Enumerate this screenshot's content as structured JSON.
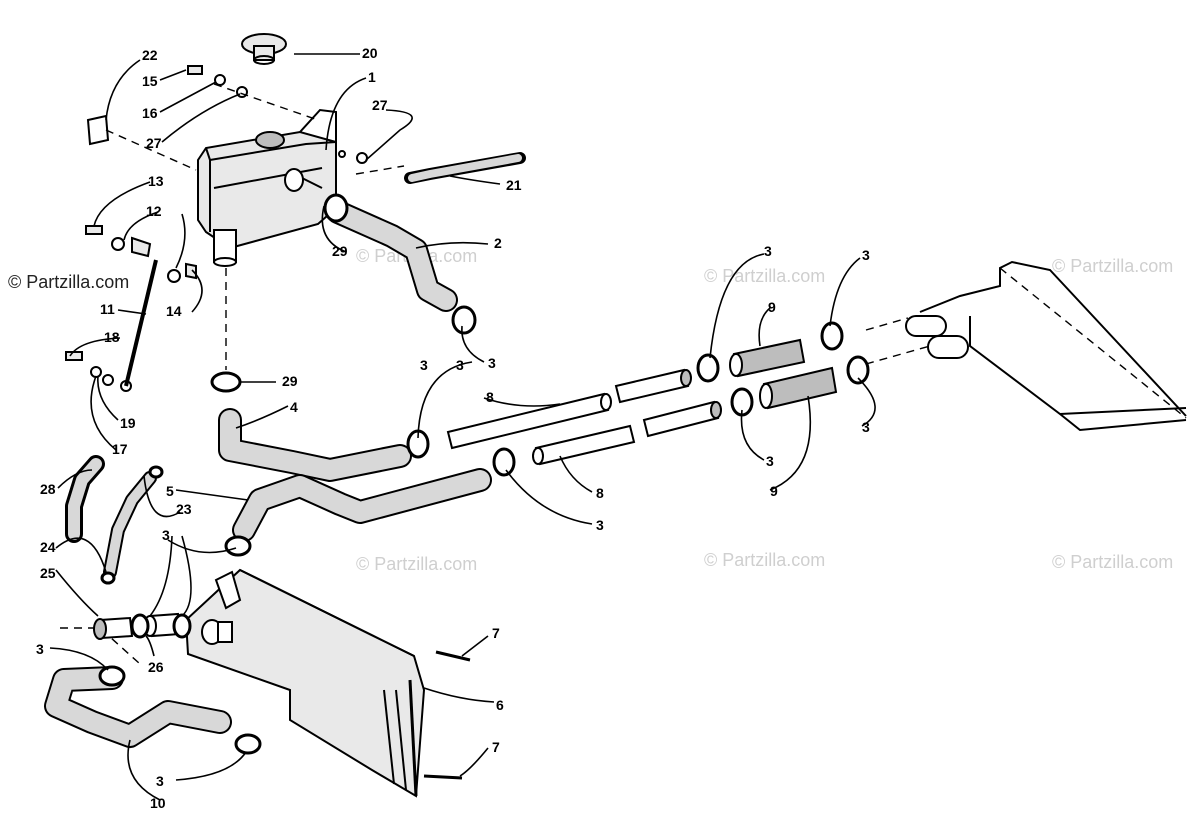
{
  "watermarks": [
    {
      "text": "© Partzilla.com"
    },
    {
      "text": "© Partzilla.com"
    },
    {
      "text": "© Partzilla.com"
    },
    {
      "text": "© Partzilla.com"
    },
    {
      "text": "© Partzilla.com"
    },
    {
      "text": "© Partzilla.com"
    },
    {
      "text": "© Partzilla.com"
    }
  ],
  "callouts": [
    "1",
    "2",
    "3",
    "3",
    "3",
    "3",
    "3",
    "3",
    "3",
    "3",
    "3",
    "3",
    "3",
    "4",
    "5",
    "6",
    "7",
    "7",
    "8",
    "8",
    "9",
    "9",
    "10",
    "11",
    "12",
    "13",
    "14",
    "15",
    "16",
    "17",
    "18",
    "19",
    "20",
    "21",
    "22",
    "23",
    "24",
    "25",
    "26",
    "27",
    "27",
    "28",
    "29",
    "29"
  ]
}
